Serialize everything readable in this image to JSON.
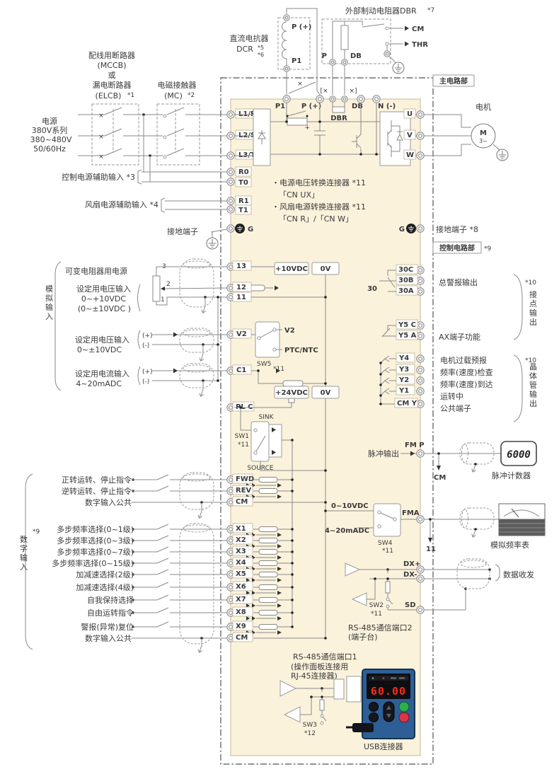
{
  "colors": {
    "cream": "#fbf2dc",
    "wire": "#8a8a8a",
    "dash_border": "#555555",
    "keypad_blue": "#2d5f96",
    "display_red": "#ff2a1a",
    "button_green": "#2fae4e",
    "button_red": "#d93648"
  },
  "breaker": {
    "line1": "配线用断路器",
    "line2": "(MCCB)",
    "line3": "或",
    "line4": "漏电断路器",
    "line5": "(ELCB)",
    "note": "*1"
  },
  "contactor": {
    "line1": "电磁接触器",
    "line2": "(MC)",
    "note": "*2"
  },
  "power": {
    "line1": "电源",
    "line2": "380V系列",
    "line3": "380~480V",
    "line4": "50/60Hz"
  },
  "aux": {
    "control": "控制电源辅助输入 *3",
    "fan": "风扇电源辅助输入 *4",
    "ground_left": "接地端子",
    "ground_right": "接地端子 *8"
  },
  "dcr": {
    "title": "直流电抗器",
    "name": "DCR",
    "note1": "*5",
    "note2": "*6",
    "p_plus": "P (+)",
    "p1": "P1"
  },
  "dbr": {
    "title": "外部制动电阻器DBR",
    "note": "*7",
    "p": "P",
    "db": "DB",
    "cm": "CM",
    "thr": "THR"
  },
  "sections": {
    "main": "主电路部",
    "control": "控制电路部",
    "control_note": "*9"
  },
  "marks": {
    "cross": "×",
    "bracket_l": "[×",
    "bracket_r": "×]",
    "plus": "+"
  },
  "mainc": {
    "p1": "P1",
    "p_plus": "P (+)",
    "dbr": "DBR",
    "db": "DB",
    "n": "N (-)",
    "l1": "L1/R",
    "l2": "L2/S",
    "l3": "L3/T",
    "r0": "R0",
    "t0": "T0",
    "r1": "R1",
    "t1": "T1",
    "g": "G",
    "u": "U",
    "v": "V",
    "w": "W"
  },
  "motor": {
    "label": "电机",
    "symbol": "M",
    "phase": "3~"
  },
  "conn": {
    "n1": "・电源电压转换连接器 *11",
    "n1b": "「CN UX」",
    "n2": "・风扇电源转换连接器 *11",
    "n2b": "「CN R」/「CN W」"
  },
  "analog": {
    "section": "模拟输入",
    "pot_power": "可变电阻器用电源",
    "pot3": "3",
    "pot2": "2",
    "pot1": "1",
    "v1l1": "设定用电压输入",
    "v1l2": "0~+10VDC",
    "v1l3": "(0~±10VDC )",
    "v2l1": "设定用电压输入",
    "v2l2": "0~±10VDC",
    "c1l1": "设定用电流输入",
    "c1l2": "4~20mADC",
    "plus": "(+)",
    "minus": "(-)"
  },
  "ctl": {
    "t13": "13",
    "t12": "12",
    "t11": "11",
    "v2": "V2",
    "c1": "C1",
    "plc": "PL C",
    "fwd": "FWD",
    "rev": "REV",
    "cm": "CM",
    "x1": "X1",
    "x2": "X2",
    "x3": "X3",
    "x4": "X4",
    "x5": "X5",
    "x6": "X6",
    "x7": "X7",
    "x8": "X8",
    "x9": "X9",
    "cm2": "CM"
  },
  "sup": {
    "p10": "+10VDC",
    "z1": "0V",
    "p24": "+24VDC",
    "z2": "0V"
  },
  "sw5": {
    "name": "SW5",
    "note": "*11",
    "pos1": "V2",
    "pos2": "PTC/NTC"
  },
  "sw1": {
    "name": "SW1",
    "note": "*11",
    "sink": "SINK",
    "source": "SOURCE"
  },
  "sw4": {
    "name": "SW4",
    "note": "*11",
    "r1": "0~10VDC",
    "r2": "4~20mADC"
  },
  "sw2": {
    "name": "SW2",
    "note": "*11"
  },
  "sw3": {
    "name": "SW3",
    "note": "*12"
  },
  "digital": {
    "note": "*9",
    "section": "数字输入",
    "fwd": "正转运转、停止指令",
    "rev": "逆转运转、停止指令",
    "cm": "数字输入公共",
    "x_labels": [
      "多步频率选择(0~1级)",
      "多步频率选择(0~3级)",
      "多步频率选择(0~7级)",
      "多步频率选择(0~15级)",
      "加减速选择(2级)",
      "加减速选择(4级)",
      "自我保持选择",
      "自由运转指令",
      "警报(异常)复位"
    ],
    "cm2": "数字输入公共"
  },
  "out": {
    "t30c": "30C",
    "t30b": "30B",
    "t30a": "30A",
    "relay": "30",
    "alarm": "总警报输出",
    "y5c": "Y5 C",
    "y5a": "Y5 A",
    "ax": "AX端子功能",
    "y4": "Y4",
    "y3": "Y3",
    "y2": "Y2",
    "y1": "Y1",
    "cmy": "CM Y",
    "fn1": "电机过载预报",
    "fn2": "频率(速度)检查",
    "fn3": "频率(速度)到达",
    "fn4": "运转中",
    "fn5": "公共端子",
    "note1": "*10",
    "contact": "接点输出",
    "note2": "*10",
    "transistor": "晶体管输出"
  },
  "pulse": {
    "label": "脉冲输出",
    "term": "FM P",
    "cm": "CM",
    "counter": "6000",
    "counter_label": "脉冲计数器"
  },
  "fma": {
    "term": "FMA",
    "ref": "11",
    "meter_label": "模拟频率表"
  },
  "rs2": {
    "dxp": "DX+",
    "dxm": "DX-",
    "sd": "SD",
    "title": "RS-485通信端口2",
    "sub": "(端子台)",
    "bracket": "数据收发"
  },
  "rs1": {
    "title": "RS-485通信端口1",
    "sub1": "(操作面板连接用",
    "sub2": "RJ-45连接器)"
  },
  "keypad": {
    "display": "60.00",
    "usb": "USB连接器"
  }
}
